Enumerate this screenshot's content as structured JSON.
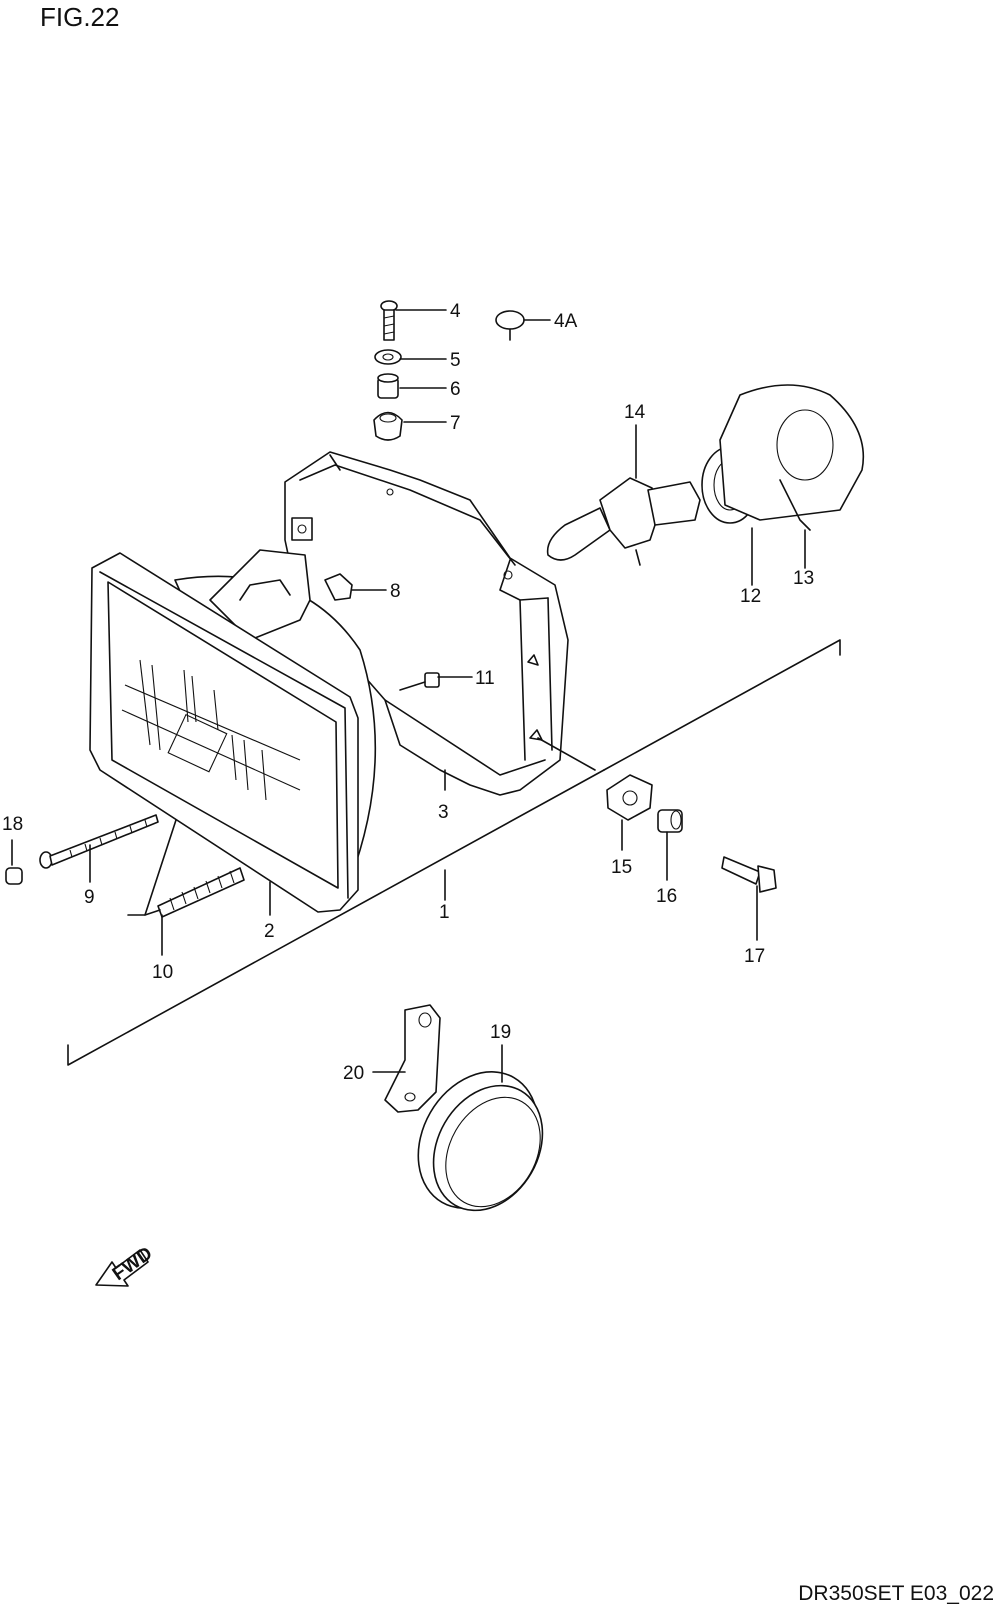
{
  "figure": {
    "title": "FIG.22",
    "code": "DR350SET E03_022"
  },
  "fwd_marker": "FWD",
  "callouts": [
    "1",
    "2",
    "3",
    "4",
    "4A",
    "5",
    "6",
    "7",
    "8",
    "9",
    "10",
    "11",
    "12",
    "13",
    "14",
    "15",
    "16",
    "17",
    "18",
    "19",
    "20"
  ]
}
